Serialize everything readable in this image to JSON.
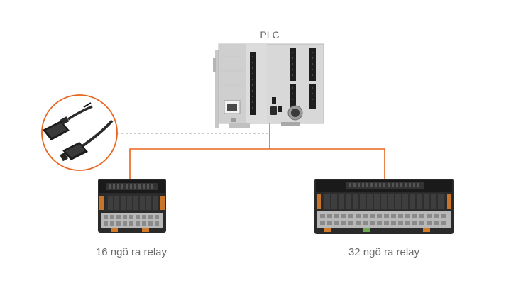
{
  "labels": {
    "plc": "PLC",
    "module_16": "16 ngõ ra relay",
    "module_32": "32 ngõ ra relay"
  },
  "colors": {
    "connection_line": "#e8651f",
    "cable_callout_ring": "#e8651f",
    "dashed_line": "#9a9a9a",
    "plc_body": "#d6d6d6",
    "terminal_black": "#1e1e1e",
    "label_text": "#6b6b6b"
  },
  "icons": {
    "cable": "cable-connector-icon",
    "plc": "plc-device-icon",
    "relay_16": "relay-module-16-icon",
    "relay_32": "relay-module-32-icon"
  }
}
